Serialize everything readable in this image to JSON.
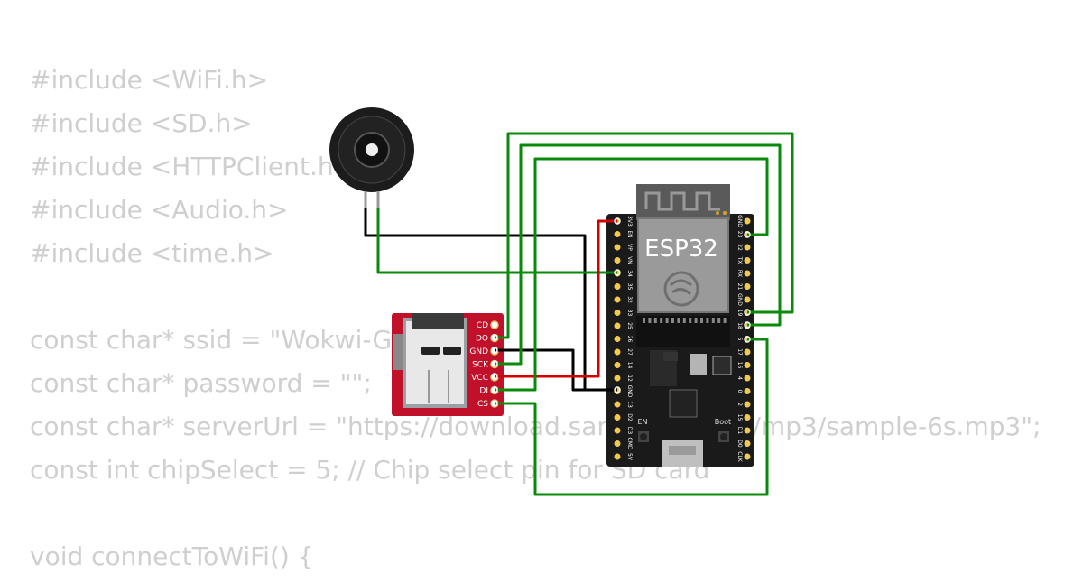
{
  "code_lines": [
    "#include <WiFi.h>",
    "#include <SD.h>",
    "#include <HTTPClient.h>",
    "#include <Audio.h>",
    "#include <time.h>",
    "",
    "const char* ssid = \"Wokwi-GUEST\";",
    "const char* password = \"\";",
    "const char* serverUrl = \"https://download.samplelib.com/mp3/sample-6s.mp3\";",
    "const int chipSelect = 5; // Chip select pin for SD card",
    "",
    "void connectToWiFi() {"
  ],
  "esp32": {
    "chip_label": "ESP32",
    "left_pins": [
      "3V3",
      "EN",
      "VP",
      "VN",
      "34",
      "35",
      "32",
      "33",
      "25",
      "26",
      "27",
      "14",
      "12",
      "GND",
      "13",
      "D2",
      "D3",
      "CMD",
      "5V"
    ],
    "right_pins": [
      "GND",
      "23",
      "22",
      "TX",
      "RX",
      "21",
      "GND",
      "19",
      "18",
      "5",
      "17",
      "16",
      "4",
      "0",
      "2",
      "15",
      "D1",
      "D0",
      "CLK"
    ],
    "en_label": "EN",
    "boot_label": "Boot"
  },
  "sd_card": {
    "pins": [
      "CD",
      "DO",
      "GND",
      "SCK",
      "VCC",
      "DI",
      "CS"
    ]
  },
  "colors": {
    "wire_green": "#0a8a0a",
    "wire_red": "#d40000",
    "wire_black": "#000000",
    "board": "#1a1a1a",
    "sd_board": "#c0102a"
  }
}
